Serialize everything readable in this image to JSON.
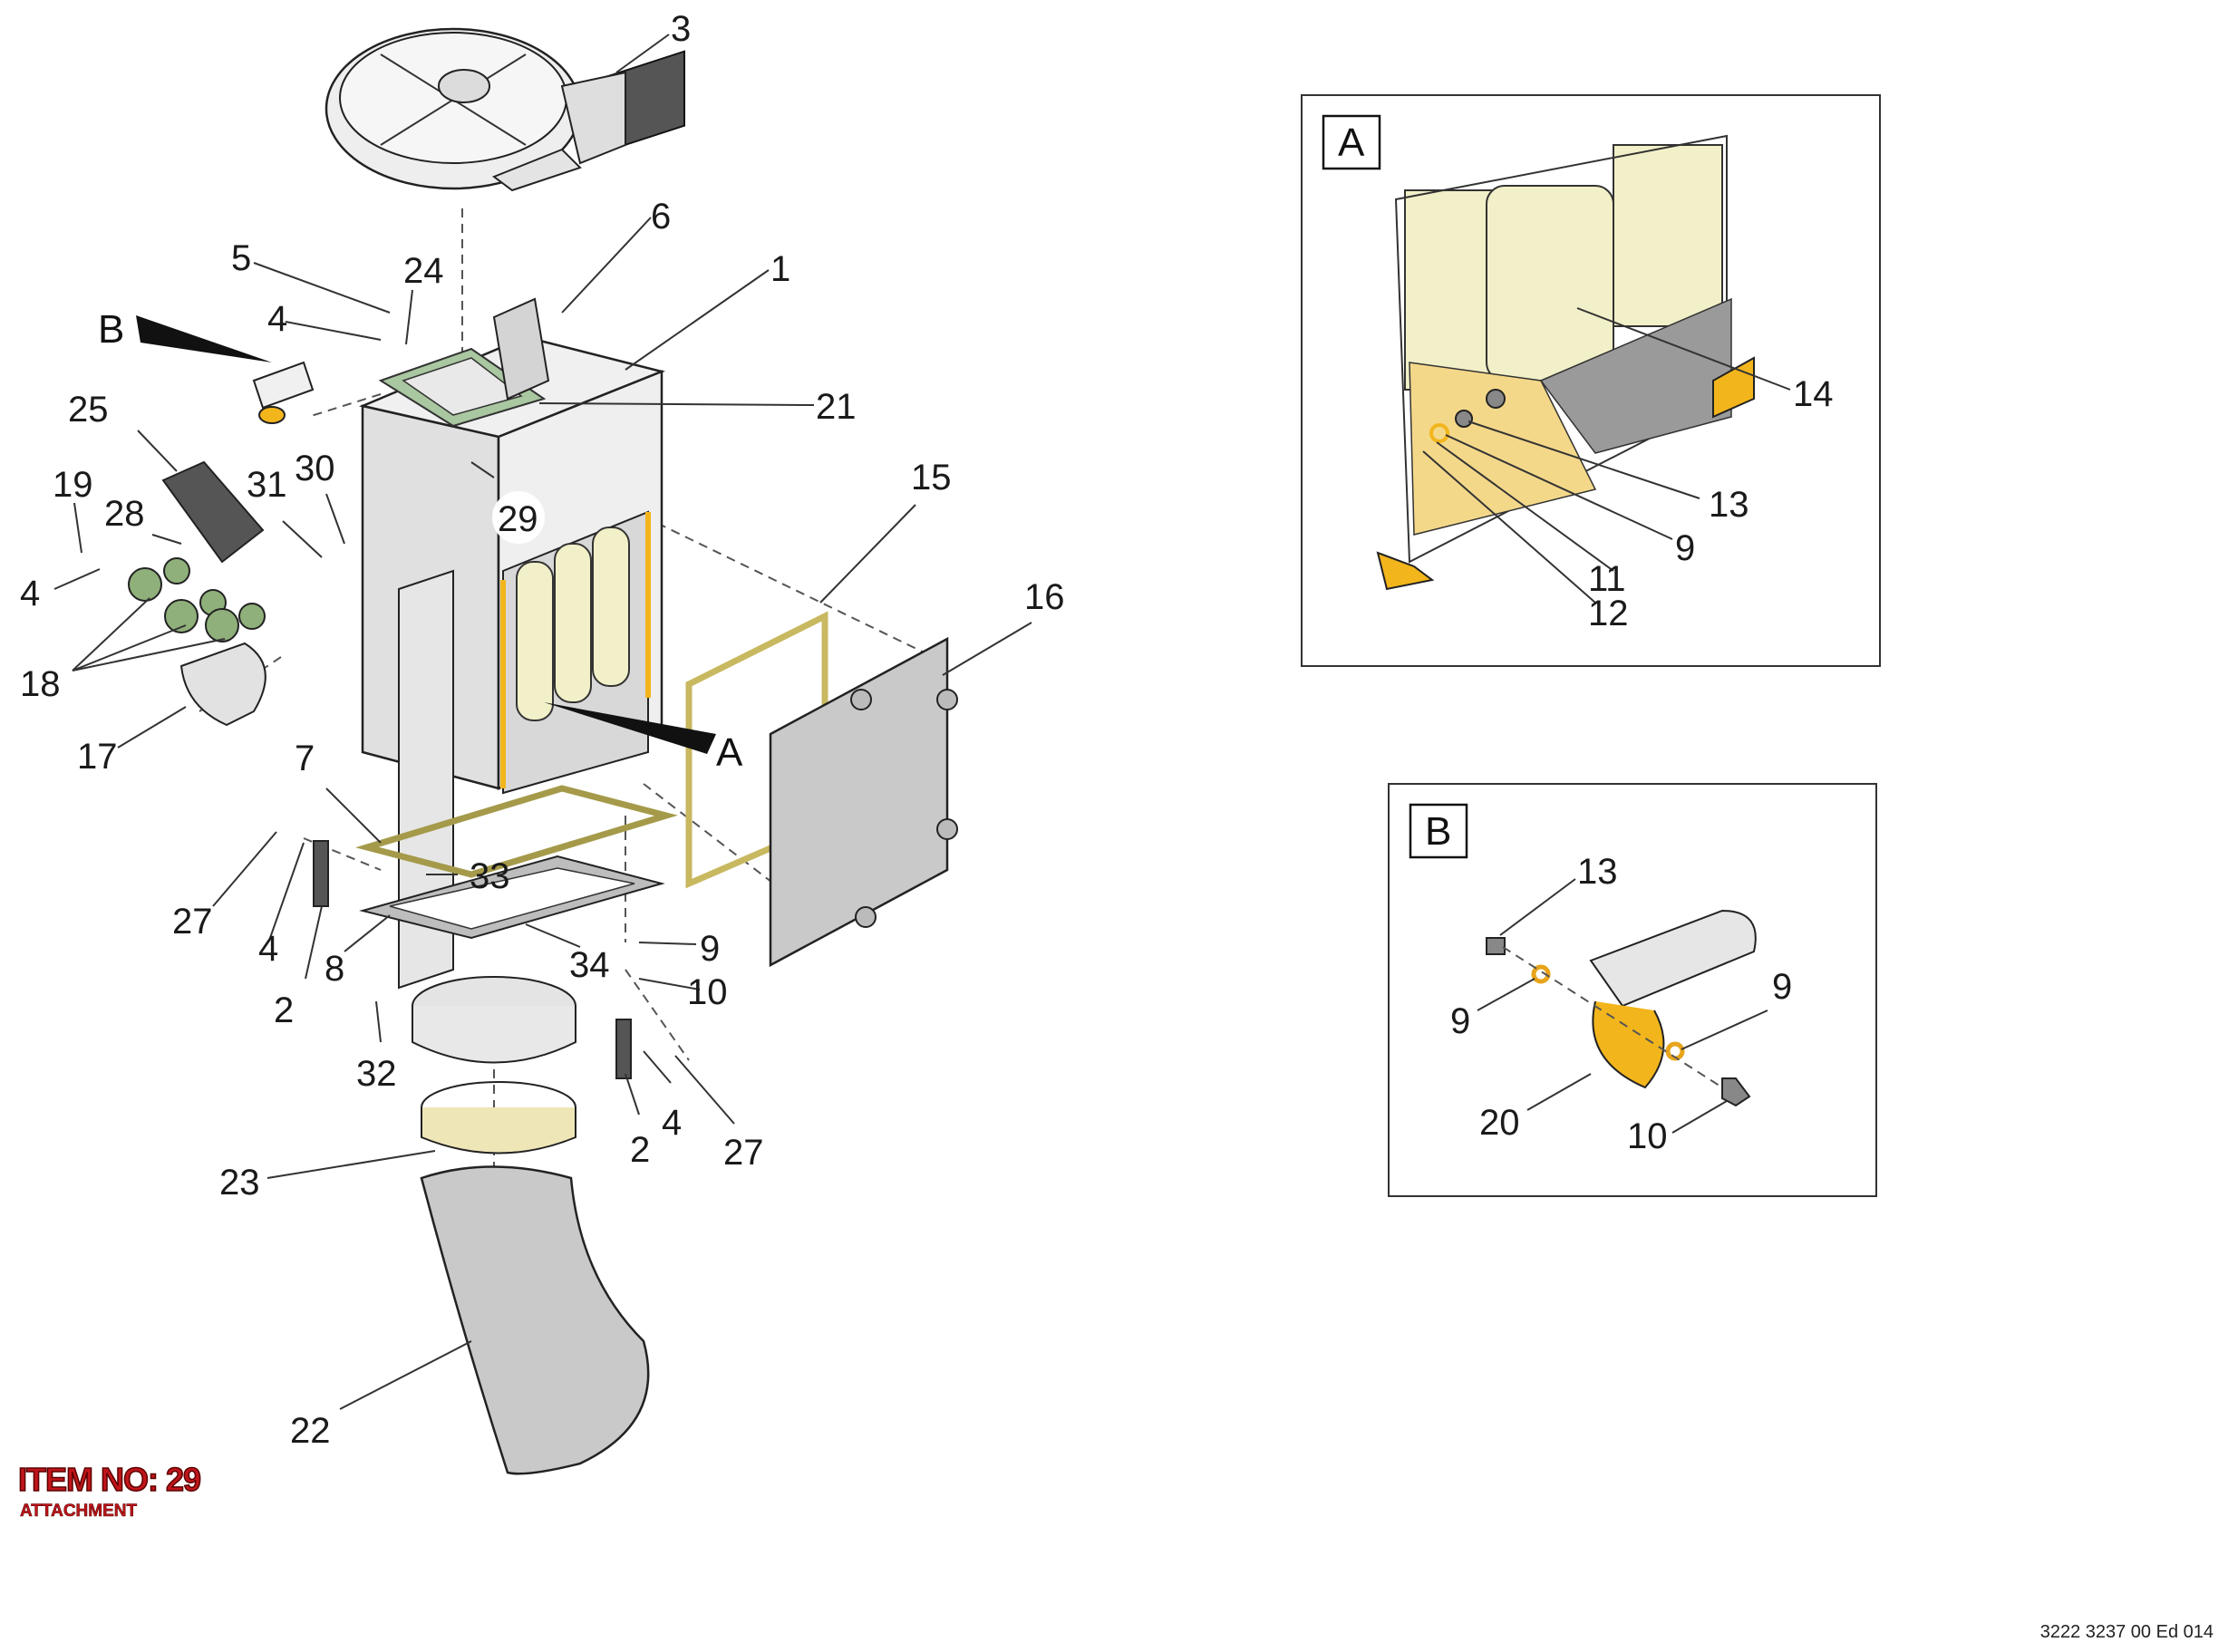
{
  "drawing": {
    "item_title": "ITEM NO: 29",
    "item_subtitle": "ATTACHMENT",
    "document_ref": "3222 3237 00 Ed 014"
  },
  "main_view": {
    "callouts": {
      "c1": "1",
      "c2a": "2",
      "c2b": "2",
      "c3": "3",
      "c4a": "4",
      "c4b": "4",
      "c4c": "4",
      "c4d": "4",
      "c5": "5",
      "c6": "6",
      "c7": "7",
      "c8": "8",
      "c9": "9",
      "c10": "10",
      "c15": "15",
      "c16": "16",
      "c17": "17",
      "c18": "18",
      "c19": "19",
      "c21": "21",
      "c22": "22",
      "c23": "23",
      "c24": "24",
      "c25": "25",
      "c27a": "27",
      "c27b": "27",
      "c28": "28",
      "c29": "29",
      "c30": "30",
      "c31": "31",
      "c32": "32",
      "c33": "33",
      "c34": "34"
    },
    "detail_pointers": {
      "a": "A",
      "b": "B"
    }
  },
  "detail_a": {
    "label": "A",
    "callouts": {
      "c9": "9",
      "c11": "11",
      "c12": "12",
      "c13": "13",
      "c14": "14"
    }
  },
  "detail_b": {
    "label": "B",
    "callouts": {
      "c9a": "9",
      "c9b": "9",
      "c10": "10",
      "c13": "13",
      "c20": "20"
    }
  },
  "colors": {
    "filter_cream": "#f2f0c8",
    "gasket_tan": "#d8cc7a",
    "seal_orange": "#f2b51c",
    "panel_grey": "#c9c9c9",
    "valve_green": "#8fb07a",
    "item_red": "#c0161b"
  }
}
